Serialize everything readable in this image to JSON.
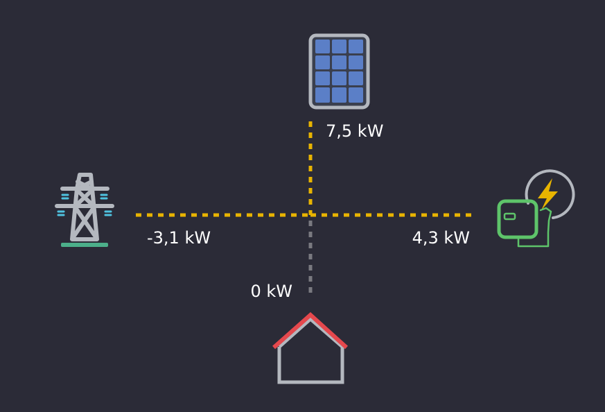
{
  "flows": {
    "solar": {
      "value": "7,5 kW",
      "active": true
    },
    "grid": {
      "value": "-3,1 kW",
      "active": true
    },
    "charger": {
      "value": "4,3 kW",
      "active": true
    },
    "home": {
      "value": "0 kW",
      "active": false
    }
  },
  "colors": {
    "background": "#2b2b37",
    "active_flow": "#e8b400",
    "inactive_flow": "#7a7a80",
    "solar_cell": "#5b7fc7",
    "icon_gray": "#b4b8bf",
    "roof": "#e5484d",
    "charger_green": "#5ec46a",
    "grid_base": "#4caf8a",
    "insulator": "#4fc3e0"
  }
}
